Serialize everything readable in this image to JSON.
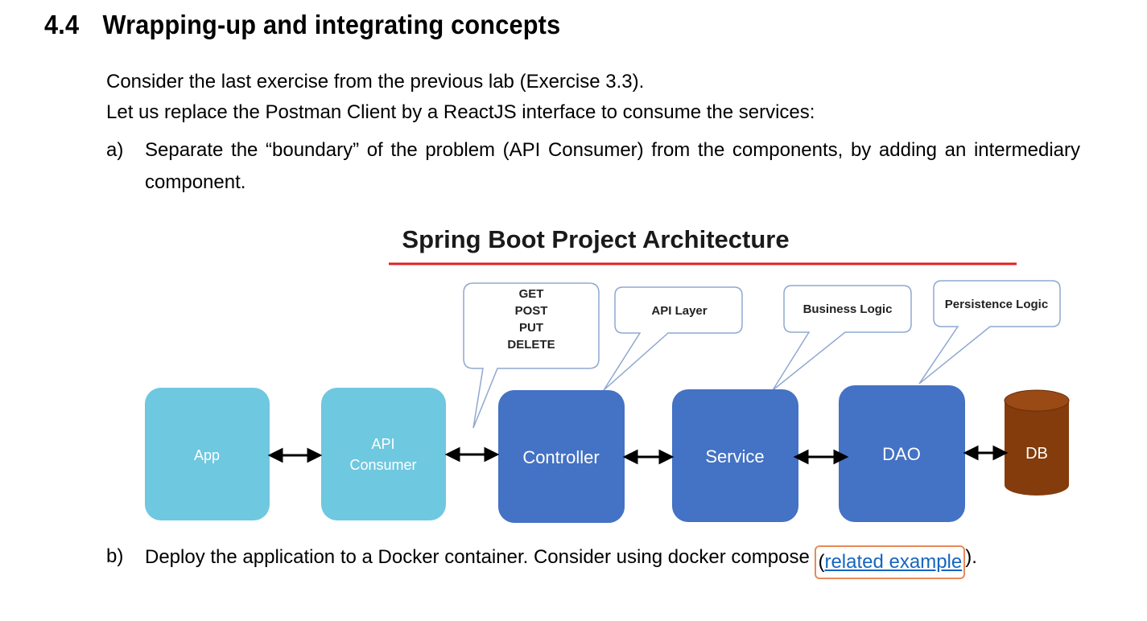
{
  "section": {
    "number": "4.4",
    "title": "Wrapping-up and integrating concepts"
  },
  "intro": {
    "line1": "Consider the last exercise from the previous lab (Exercise 3.3).",
    "line2": "Let us replace the Postman Client by a ReactJS interface to consume the services:"
  },
  "items": {
    "a_marker": "a)",
    "a_text": "Separate the “boundary” of the problem (API Consumer) from the components, by adding an intermediary component.",
    "b_marker": "b)",
    "b_text_before": "Deploy the application to a Docker container. Consider using docker compose ",
    "b_open_paren": "(",
    "b_link": "related example",
    "b_close_paren": ").",
    "b_text_after": ""
  },
  "diagram": {
    "title": "Spring Boot Project Architecture",
    "callouts": {
      "methods": [
        "GET",
        "POST",
        "PUT",
        "DELETE"
      ],
      "api_layer": "API Layer",
      "business_logic": "Business Logic",
      "persistence_logic": "Persistence Logic"
    },
    "boxes": {
      "app": "App",
      "api_consumer_line1": "API",
      "api_consumer_line2": "Consumer",
      "controller": "Controller",
      "service": "Service",
      "dao": "DAO",
      "db": "DB"
    },
    "colors": {
      "light_box": "#6ec8df",
      "dark_box": "#4472c4",
      "db": "#843c0c",
      "title_underline": "#e02020",
      "callout_border": "#8fa8d0"
    }
  }
}
